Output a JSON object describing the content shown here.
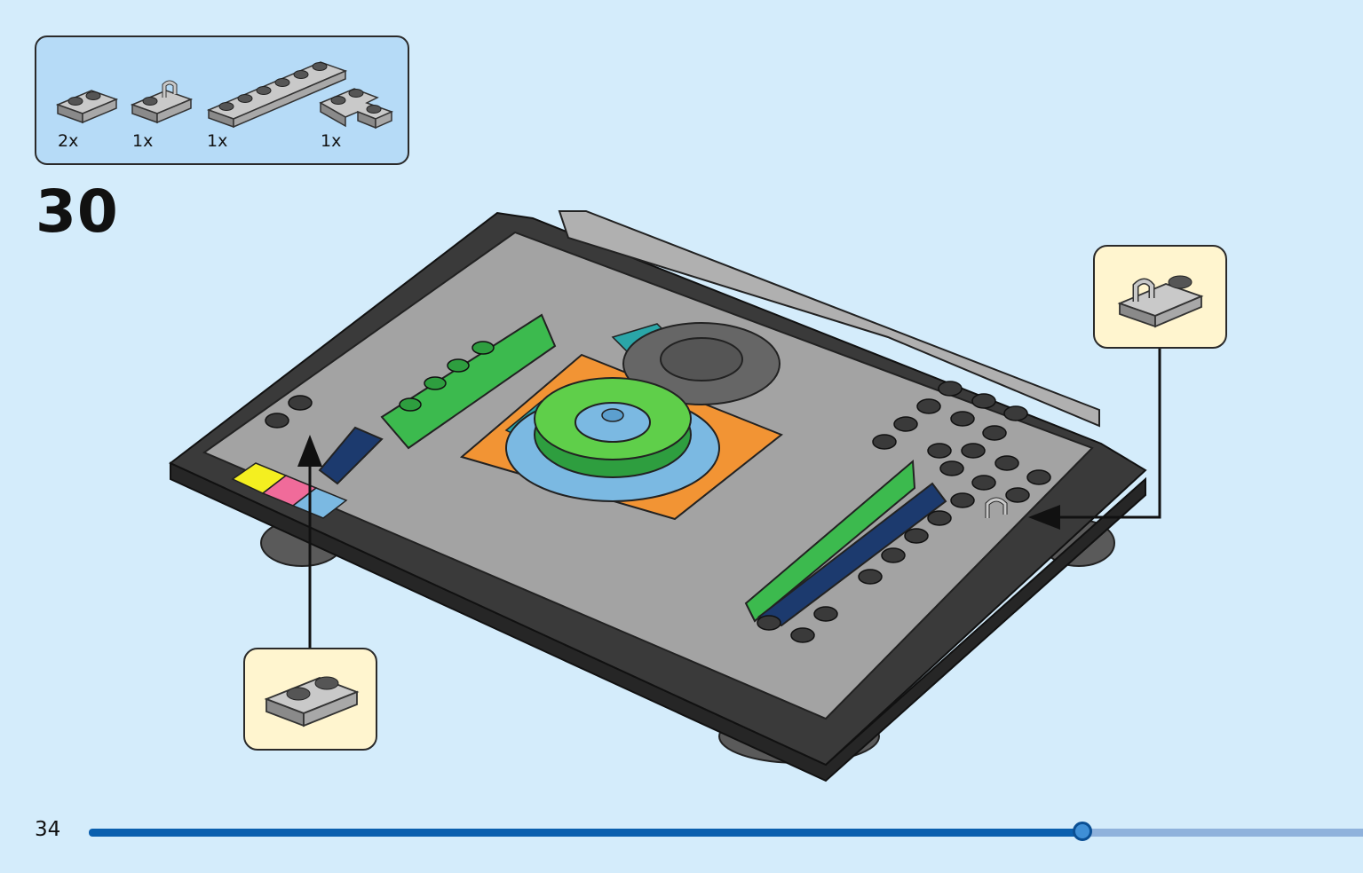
{
  "parts_list": {
    "items": [
      {
        "name": "plate-1x2",
        "quantity": "2x"
      },
      {
        "name": "plate-1x2-clip",
        "quantity": "1x"
      },
      {
        "name": "plate-1x6",
        "quantity": "1x"
      },
      {
        "name": "plate-corner-2x2",
        "quantity": "1x"
      }
    ]
  },
  "step": {
    "number": "30"
  },
  "callouts": [
    {
      "name": "plate-1x2-clip",
      "target": "right-clip-position"
    },
    {
      "name": "plate-1x2",
      "target": "left-stud-position"
    }
  ],
  "footer": {
    "page_number": "34",
    "progress_fraction": 0.78
  },
  "colors": {
    "background": "#d4ecfb",
    "parts_box": "#b6dbf7",
    "callout_box": "#fff5cf",
    "progress": "#0a5fae",
    "brick_gray": "#a3a3a3",
    "brick_dark": "#3a3a3a",
    "green": "#3cba4e",
    "orange": "#f29434",
    "light_blue": "#7bb9e2",
    "navy": "#1c3a6e",
    "yellow": "#f4ef20",
    "pink": "#f06b9a"
  }
}
